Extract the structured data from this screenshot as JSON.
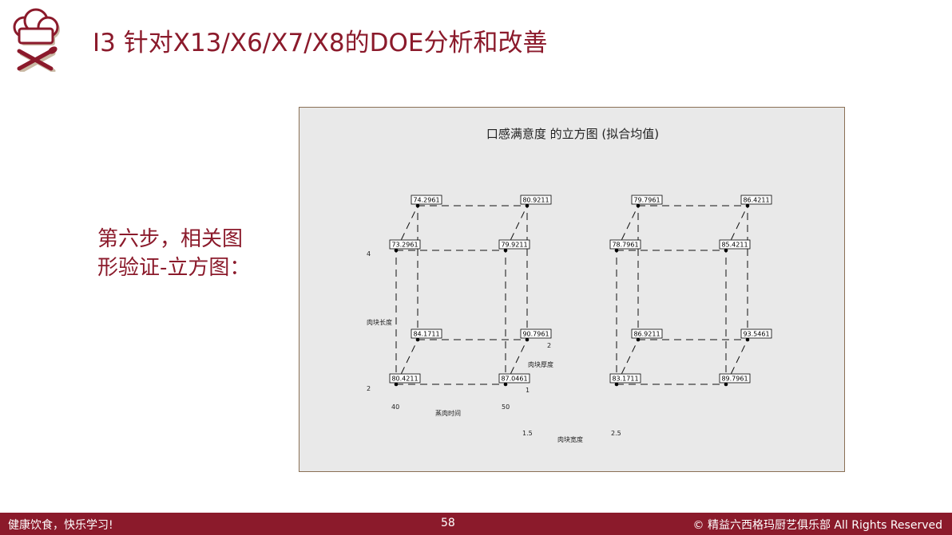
{
  "slide": {
    "title": "I3 针对X13/X6/X7/X8的DOE分析和改善",
    "side_text": "第六步，相关图形验证-立方图："
  },
  "footer": {
    "slogan": "健康饮食，快乐学习!",
    "page_number": "58",
    "copyright": "© 精益六西格玛厨艺俱乐部     All Rights Reserved"
  },
  "colors": {
    "brand": "#8b1a2b",
    "chart_bg": "#e9e9e9",
    "chart_border": "#8a7055"
  },
  "chart_data": {
    "type": "cube",
    "title": "口感满意度 的立方图 (拟合均值)",
    "factors": {
      "x": {
        "name": "蒸肉时间",
        "low": "40",
        "high": "50"
      },
      "y": {
        "name": "肉块长度",
        "low": "2",
        "high": "4"
      },
      "z": {
        "name": "肉块厚度",
        "low": "1",
        "high": "2"
      },
      "w": {
        "name": "肉块宽度",
        "low": "1.5",
        "high": "2.5"
      }
    },
    "cubes": [
      {
        "w": "1.5",
        "corners": [
          {
            "x": "40",
            "y": "4",
            "z": "2",
            "value": "74.2961"
          },
          {
            "x": "50",
            "y": "4",
            "z": "2",
            "value": "80.9211"
          },
          {
            "x": "40",
            "y": "4",
            "z": "1",
            "value": "73.2961"
          },
          {
            "x": "50",
            "y": "4",
            "z": "1",
            "value": "79.9211"
          },
          {
            "x": "40",
            "y": "2",
            "z": "2",
            "value": "84.1711"
          },
          {
            "x": "50",
            "y": "2",
            "z": "2",
            "value": "90.7961"
          },
          {
            "x": "40",
            "y": "2",
            "z": "1",
            "value": "80.4211"
          },
          {
            "x": "50",
            "y": "2",
            "z": "1",
            "value": "87.0461"
          }
        ]
      },
      {
        "w": "2.5",
        "corners": [
          {
            "x": "40",
            "y": "4",
            "z": "2",
            "value": "79.7961"
          },
          {
            "x": "50",
            "y": "4",
            "z": "2",
            "value": "86.4211"
          },
          {
            "x": "40",
            "y": "4",
            "z": "1",
            "value": "78.7961"
          },
          {
            "x": "50",
            "y": "4",
            "z": "1",
            "value": "85.4211"
          },
          {
            "x": "40",
            "y": "2",
            "z": "2",
            "value": "86.9211"
          },
          {
            "x": "50",
            "y": "2",
            "z": "2",
            "value": "93.5461"
          },
          {
            "x": "40",
            "y": "2",
            "z": "1",
            "value": "83.1711"
          },
          {
            "x": "50",
            "y": "2",
            "z": "1",
            "value": "89.7961"
          }
        ]
      }
    ]
  }
}
